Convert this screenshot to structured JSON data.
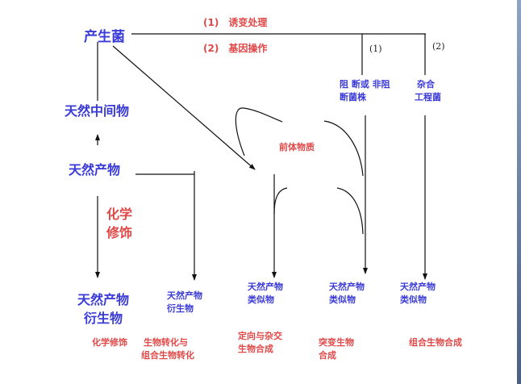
{
  "nodes": {
    "producer": "产生菌",
    "intermediate": "天然中间物",
    "natural_product": "天然产物",
    "chem_mod": [
      "化学",
      "修饰"
    ],
    "precursor": "前体物质",
    "blocked_strain": [
      "阻 断或 非阻",
      "断菌株"
    ],
    "hybrid_strain": [
      "杂合",
      "工程菌"
    ],
    "derivative_big": [
      "天然产物",
      "衍生物"
    ],
    "derivative_small": [
      "天然产物",
      "衍生物"
    ],
    "analog1": [
      "天然产物",
      "类似物"
    ],
    "analog2": [
      "天然产物",
      "类似物"
    ],
    "analog3": [
      "天然产物",
      "类似物"
    ]
  },
  "methods": {
    "m1": "(1)　诱变处理",
    "m2": "(2)　基因操作",
    "branch1": "(1)",
    "branch2": "(2)"
  },
  "bottom_labels": {
    "chem": "化学修饰",
    "biotrans": [
      "生物转化与",
      "组合生物转化"
    ],
    "directed": [
      "定向与杂交",
      "生物合成"
    ],
    "mutation": [
      "突变生物",
      "合成"
    ],
    "combinatorial": "组合生物合成"
  }
}
